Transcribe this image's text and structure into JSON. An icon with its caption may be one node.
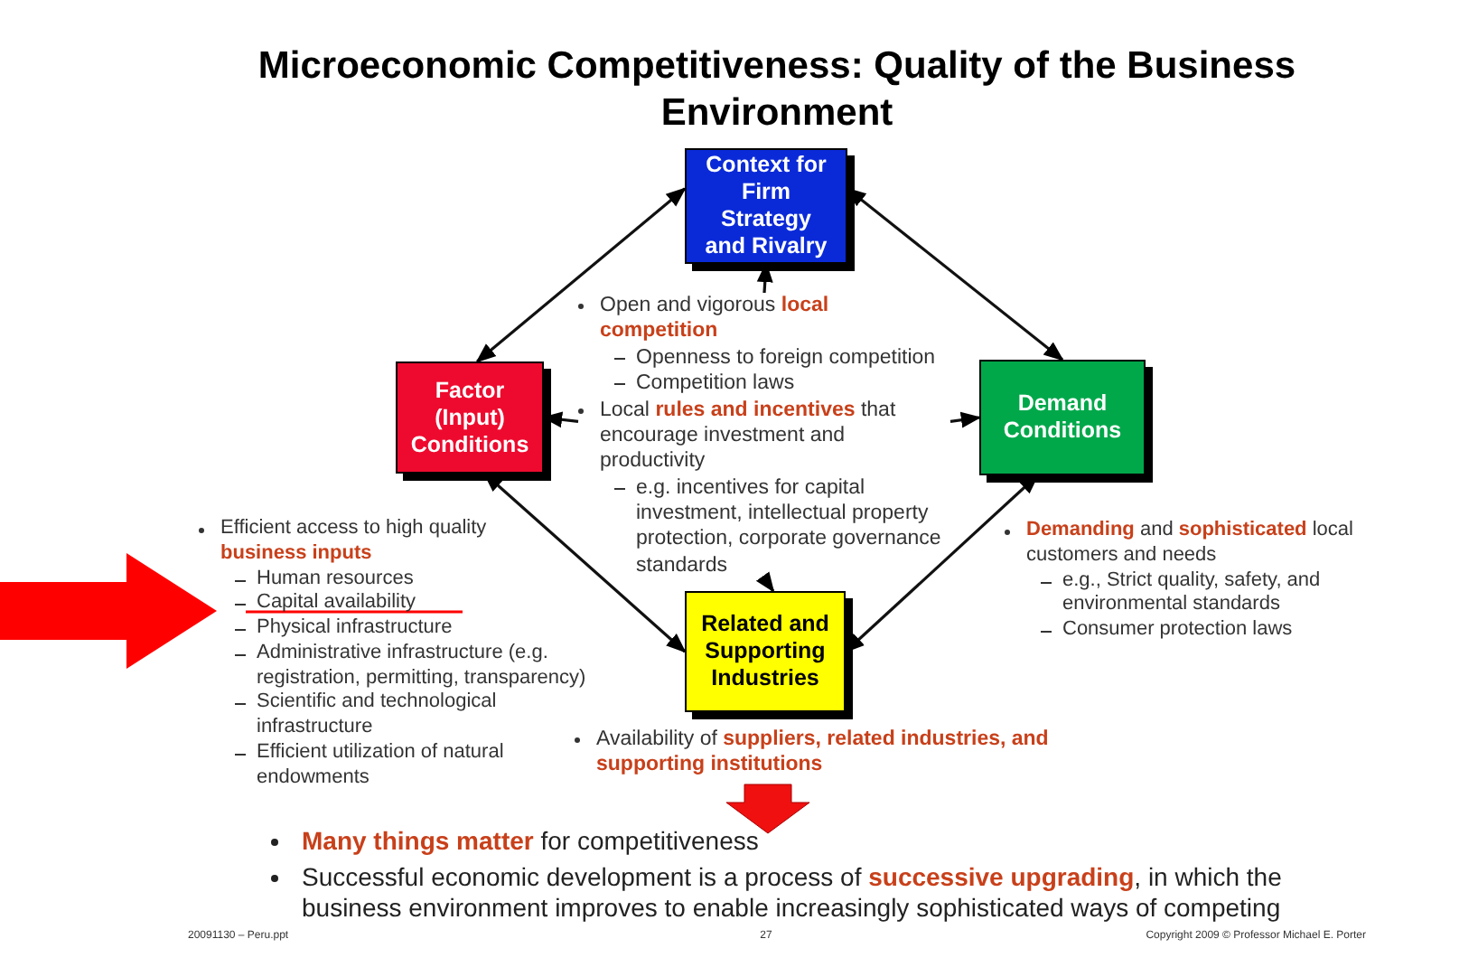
{
  "diagram": {
    "title": "Microeconomic Competitiveness: Quality of the Business Environment",
    "nodes": [
      {
        "text": [
          "Context for Firm Strategy and Rivalry"
        ]
      },
      {
        "text": [
          "Factor (Input) Conditions"
        ],
        "beside": [
          "Efficient access to high quality **business inputs**",
          "Human resources",
          "Capital availability",
          "Physical infrastructure",
          "Administrative infrastructure (e.g. registration, permitting, transparency)",
          "Scientific and technological infrastructure",
          "Efficient utilization of natural endowments"
        ]
      },
      {
        "text": [
          "Demand Conditions"
        ],
        "beside": [
          "**Demanding** and **sophisticated** local customers and needs",
          "e.g., Strict quality, safety, and environmental standards",
          "Consumer protection laws"
        ]
      },
      {
        "text": [
          "Related and Supporting Industries"
        ],
        "beside": [
          "Availability of **suppliers, related industries, and supporting institutions**"
        ]
      },
      {
        "text": [
          "Open and vigorous **local competition**",
          "Openness to foreign competition",
          "Competition laws",
          "Local **rules and incentives** that encourage investment and productivity",
          "e.g. incentives for capital investment, intellectual property protection, corporate governance standards"
        ]
      }
    ],
    "edges": [
      {
        "from": 0,
        "to": 1,
        "arrow": "both"
      },
      {
        "from": 0,
        "to": 2,
        "arrow": "both"
      },
      {
        "from": 1,
        "to": 3,
        "arrow": "both"
      },
      {
        "from": 2,
        "to": 3,
        "arrow": "both"
      },
      {
        "from": 4,
        "to": 0,
        "arrow": "to"
      },
      {
        "from": 4,
        "to": 1,
        "arrow": "to"
      },
      {
        "from": 4,
        "to": 2,
        "arrow": "to"
      },
      {
        "from": 4,
        "to": 3,
        "arrow": "to"
      }
    ],
    "labels": [
      "**Many things matter** for competitiveness",
      "Successful economic development is a process of **successive upgrading**, in which the business environment improves to enable increasingly sophisticated ways of competing",
      "20091130 – Peru.ppt",
      "27",
      "Copyright 2009 © Professor Michael E. Porter"
    ]
  }
}
